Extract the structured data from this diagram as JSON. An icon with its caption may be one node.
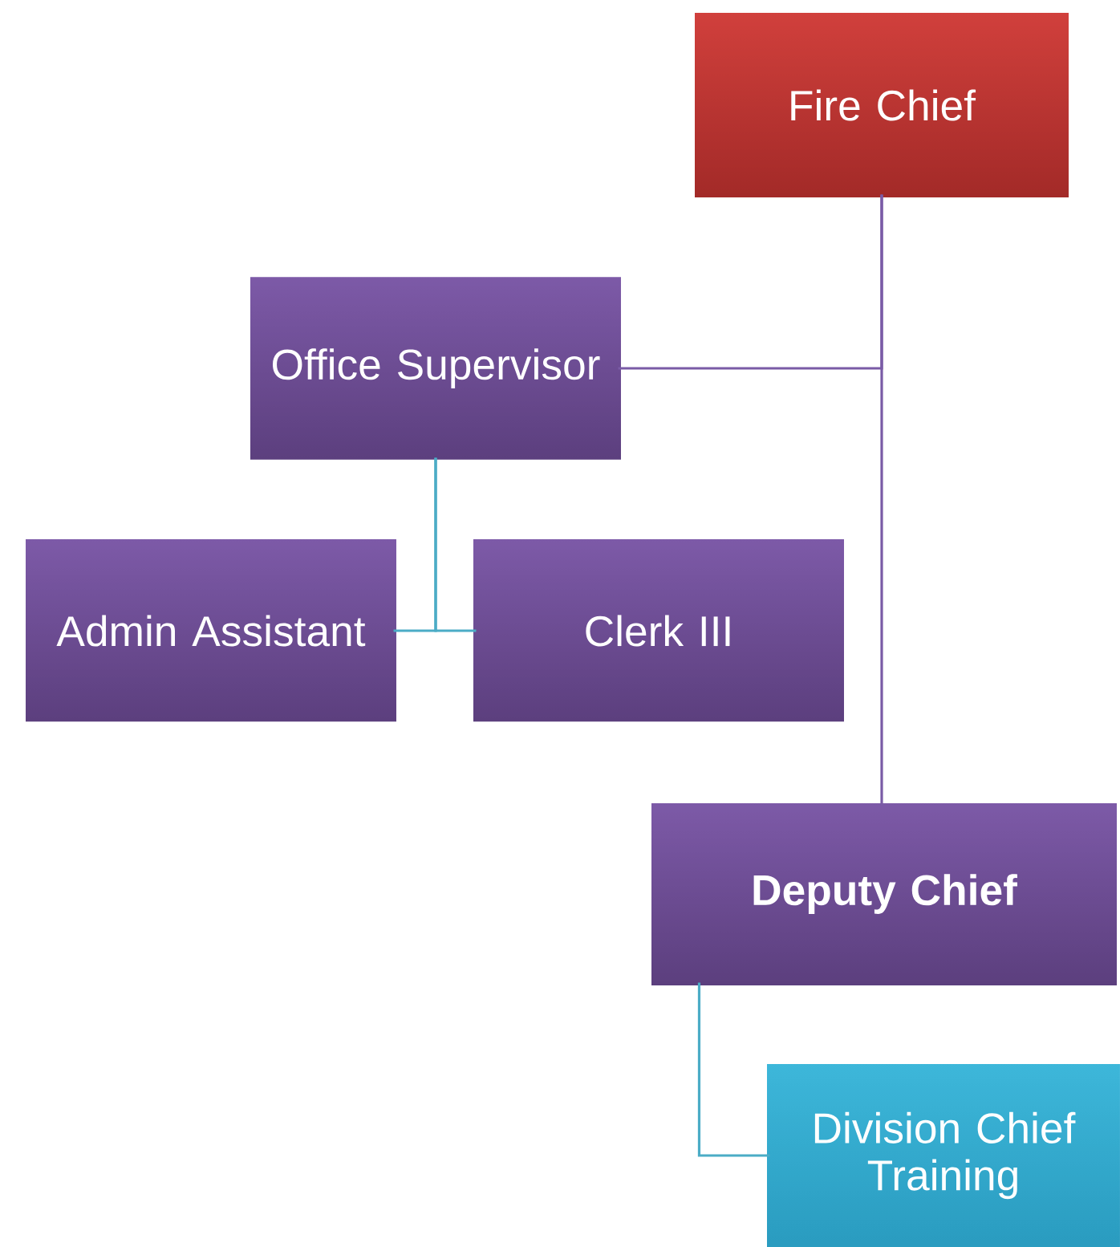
{
  "diagram": {
    "nodes": [
      {
        "text": [
          "Fire Chief"
        ]
      },
      {
        "text": [
          "Office Supervisor"
        ]
      },
      {
        "text": [
          "Admin Assistant"
        ]
      },
      {
        "text": [
          "Clerk III"
        ]
      },
      {
        "text": [
          "Deputy Chief"
        ]
      },
      {
        "text": [
          "Division Chief Training"
        ]
      }
    ],
    "edges": [
      {
        "from": 0,
        "to": 1,
        "arrow": "none",
        "color": "#7a5ba6"
      },
      {
        "from": 0,
        "to": 4,
        "arrow": "none",
        "color": "#7a5ba6"
      },
      {
        "from": 1,
        "to": 2,
        "arrow": "none"
      },
      {
        "from": 1,
        "to": 3,
        "arrow": "none"
      },
      {
        "from": 4,
        "to": 5,
        "arrow": "none"
      }
    ]
  }
}
